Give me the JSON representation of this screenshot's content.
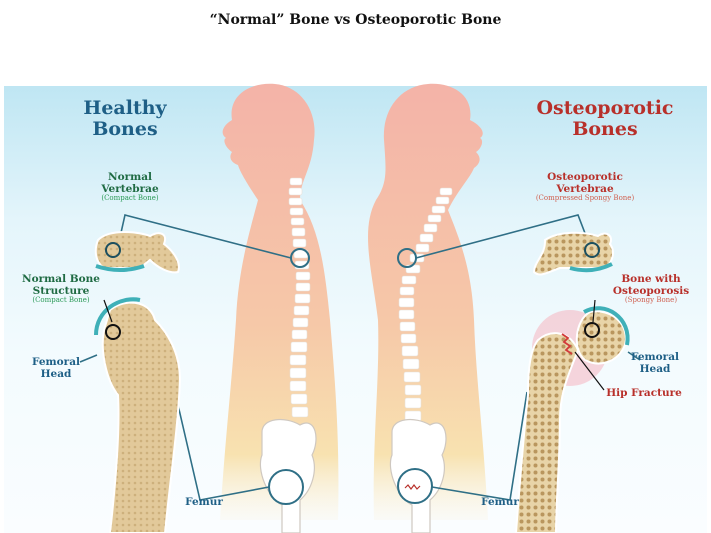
{
  "title": "“Normal” Bone vs Osteoporotic Bone",
  "left": {
    "heading_line1": "Healthy",
    "heading_line2": "Bones",
    "vertebrae_line1": "Normal",
    "vertebrae_line2": "Vertebrae",
    "vertebrae_sub": "(Compact Bone)",
    "structure_line1": "Normal Bone",
    "structure_line2": "Structure",
    "structure_sub": "(Compact Bone)",
    "femoral_line1": "Femoral",
    "femoral_line2": "Head",
    "femur": "Femur"
  },
  "right": {
    "heading_line1": "Osteoporotic",
    "heading_line2": "Bones",
    "vertebrae_line1": "Osteoporotic",
    "vertebrae_line2": "Vertebrae",
    "vertebrae_sub": "(Compressed Spongy Bone)",
    "structure_line1": "Bone with",
    "structure_line2": "Osteoporosis",
    "structure_sub": "(Spongy Bone)",
    "femoral_line1": "Femoral",
    "femoral_line2": "Head",
    "fracture": "Hip Fracture",
    "femur": "Femur"
  },
  "colors": {
    "healthy": "#1e5f86",
    "osteoporotic": "#b8302a",
    "label_green": "#1f6b43",
    "body": "#f4b6aa",
    "bone": "#e6cfa2",
    "leader": "#2f6f86"
  }
}
